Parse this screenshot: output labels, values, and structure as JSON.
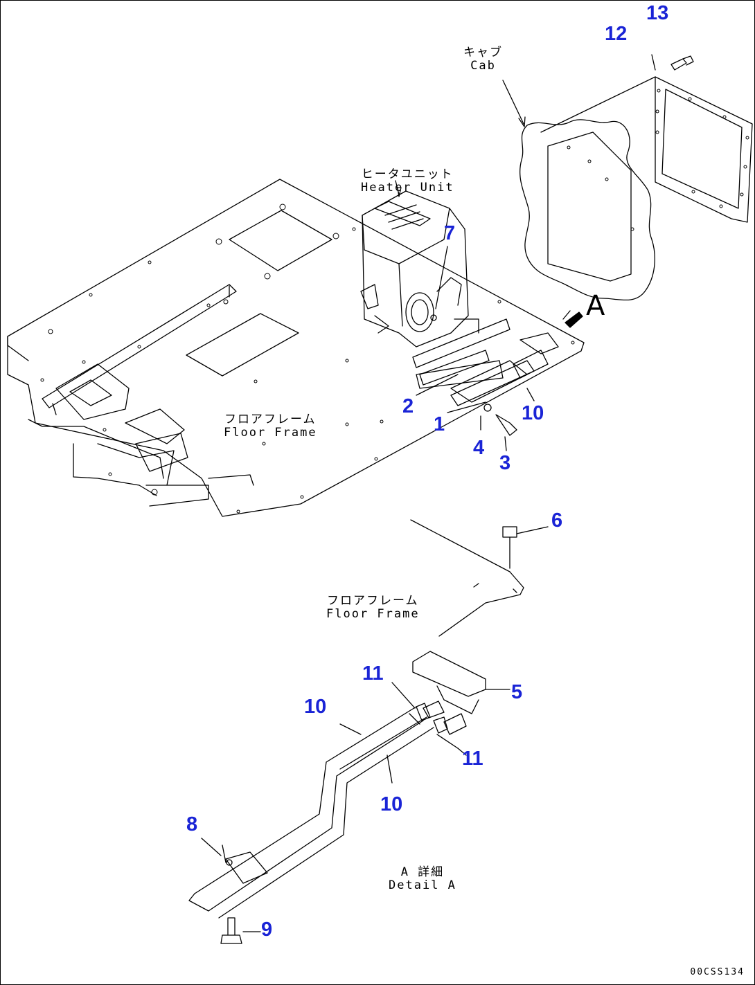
{
  "callouts": {
    "c1": "1",
    "c2": "2",
    "c3": "3",
    "c4": "4",
    "c5": "5",
    "c6": "6",
    "c7": "7",
    "c8": "8",
    "c9": "9",
    "c10a": "10",
    "c10b": "10",
    "c10c": "10",
    "c11a": "11",
    "c11b": "11",
    "c12": "12",
    "c13": "13"
  },
  "labels": {
    "cab_jp": "キャブ",
    "cab_en": "Cab",
    "heater_jp": "ヒータユニット",
    "heater_en": "Heater Unit",
    "floor_jp": "フロアフレーム",
    "floor_en": "Floor Frame",
    "floor2_jp": "フロアフレーム",
    "floor2_en": "Floor Frame",
    "detail_jp": "A 詳細",
    "detail_en": "Detail A",
    "view_letter": "A"
  },
  "drawing_code": "00CSS134",
  "colors": {
    "callout": "#1a24d6",
    "line": "#000000"
  }
}
